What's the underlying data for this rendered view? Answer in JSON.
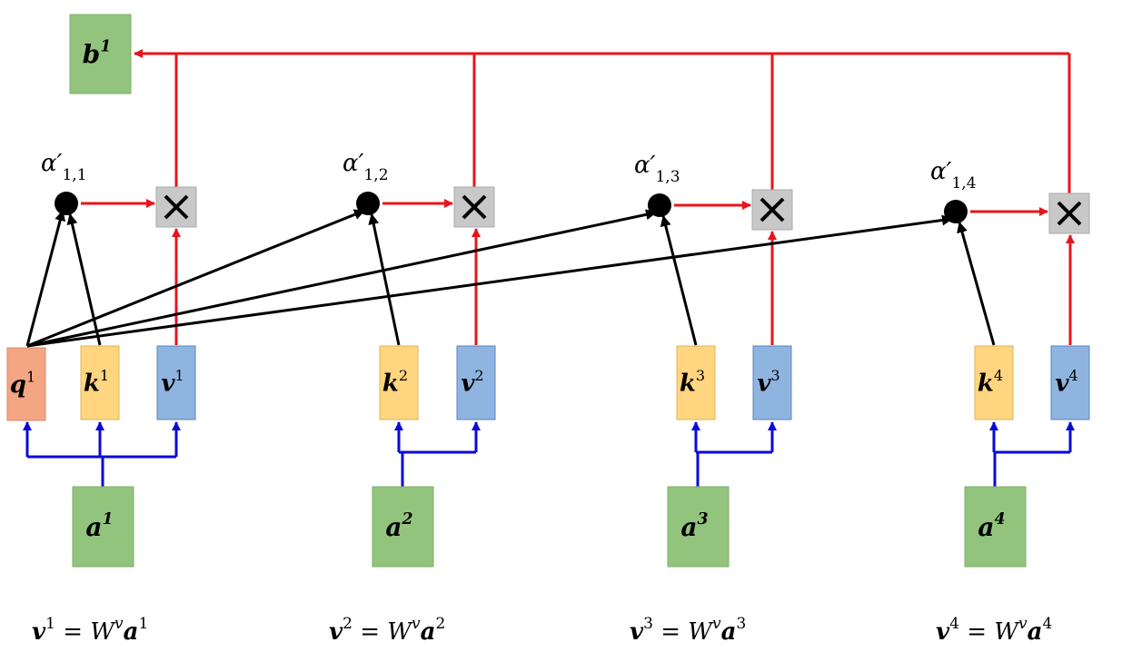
{
  "output": {
    "label": "b",
    "sup": "1",
    "color": "#93c47d"
  },
  "inputs": [
    {
      "label": "a",
      "sup": "1"
    },
    {
      "label": "a",
      "sup": "2"
    },
    {
      "label": "a",
      "sup": "3"
    },
    {
      "label": "a",
      "sup": "4"
    }
  ],
  "query": {
    "label": "q",
    "sup": "1",
    "color": "#f4a582"
  },
  "keys": [
    {
      "label": "k",
      "sup": "1"
    },
    {
      "label": "k",
      "sup": "2"
    },
    {
      "label": "k",
      "sup": "3"
    },
    {
      "label": "k",
      "sup": "4"
    }
  ],
  "values": [
    {
      "label": "v",
      "sup": "1"
    },
    {
      "label": "v",
      "sup": "2"
    },
    {
      "label": "v",
      "sup": "3"
    },
    {
      "label": "v",
      "sup": "4"
    }
  ],
  "weights": [
    {
      "sym": "α′",
      "sub": "1,1"
    },
    {
      "sym": "α′",
      "sub": "1,2"
    },
    {
      "sym": "α′",
      "sub": "1,3"
    },
    {
      "sym": "α′",
      "sub": "1,4"
    }
  ],
  "multiply_symbol": "×",
  "equations": [
    {
      "lhs": "v",
      "sup": "1",
      "eq": " = W",
      "wsup": "v",
      "rhs": "a",
      "rsup": "1"
    },
    {
      "lhs": "v",
      "sup": "2",
      "eq": " = W",
      "wsup": "v",
      "rhs": "a",
      "rsup": "2"
    },
    {
      "lhs": "v",
      "sup": "3",
      "eq": " = W",
      "wsup": "v",
      "rhs": "a",
      "rsup": "3"
    },
    {
      "lhs": "v",
      "sup": "4",
      "eq": " = W",
      "wsup": "v",
      "rhs": "a",
      "rsup": "4"
    }
  ],
  "colors": {
    "input_box": "#93c47d",
    "key_box": "#ffd580",
    "value_box": "#8fb4e0",
    "multiply_box": "#c8c8c8",
    "red_arrow": "#e8141b",
    "blue_arrow": "#0a0ad8",
    "black_arrow": "#000000"
  }
}
